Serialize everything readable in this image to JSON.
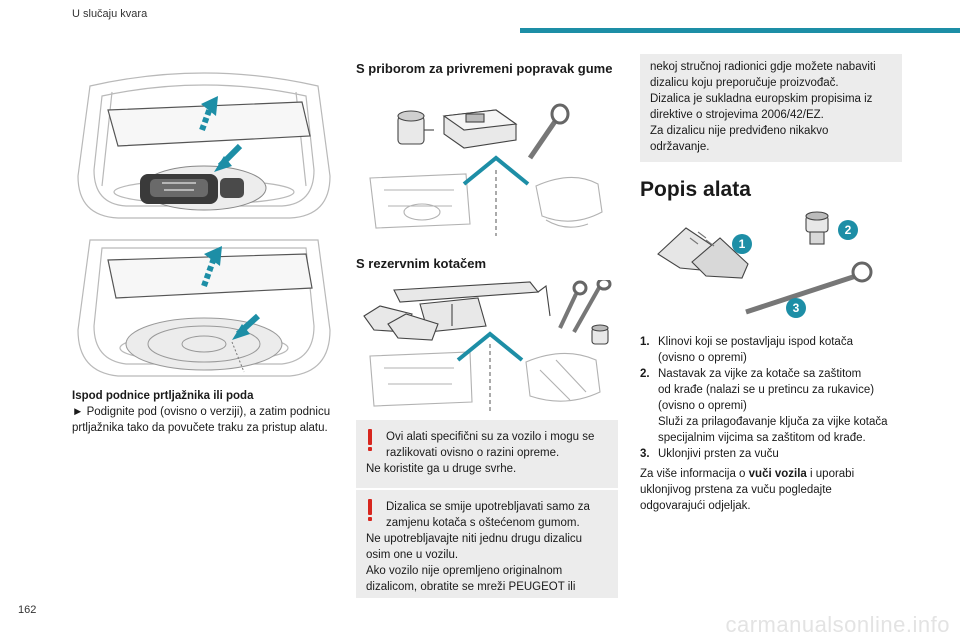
{
  "header": {
    "section_title": "U slučaju kvara",
    "accent_color": "#1d8ea6"
  },
  "page_number": "162",
  "left_column": {
    "caption_title": "Ispod podnice prtljažnika ili poda",
    "caption_arrow": "►",
    "caption_text": "Podignite pod (ovisno o verziji), a zatim podnicu prtljažnika tako da povučete traku za pristup alatu."
  },
  "middle_column": {
    "heading_kit": "S priborom za privremeni popravak gume",
    "heading_spare": "S rezervnim kotačem",
    "warning_1": {
      "line1": "Ovi alati specifični su za vozilo i mogu se",
      "line2": "razlikovati ovisno o razini opreme.",
      "line3": "Ne koristite ga u druge svrhe."
    },
    "warning_2": {
      "line1": "Dizalica se smije upotrebljavati samo za",
      "line2": "zamjenu kotača s oštećenom gumom.",
      "line3": "Ne upotrebljavajte niti jednu drugu dizalicu",
      "line4": "osim one u vozilu.",
      "line5": "Ako vozilo nije opremljeno originalnom",
      "line6": "dizalicom, obratite se mreži PEUGEOT ili"
    },
    "warning_color": "#d7261e"
  },
  "right_column": {
    "note_box": {
      "line1": "nekoj stručnoj radionici gdje možete nabaviti",
      "line2": "dizalicu koju preporučuje proizvođač.",
      "line3": "Dizalica je sukladna europskim propisima iz",
      "line4": "direktive o strojevima 2006/42/EZ.",
      "line5": "Za dizalicu nije predviđeno nikakvo",
      "line6": "održavanje."
    },
    "heading": "Popis alata",
    "callouts": [
      "1",
      "2",
      "3"
    ],
    "items": [
      {
        "num": "1.",
        "line1": "Klinovi koji se postavljaju ispod kotača",
        "line2": "(ovisno o opremi)"
      },
      {
        "num": "2.",
        "line1": "Nastavak za vijke za kotače sa zaštitom",
        "line2": "od krađe (nalazi se u pretincu za rukavice)",
        "line3": "(ovisno o opremi)",
        "line4": "Služi za prilagođavanje ključa za vijke kotača",
        "line5": "specijalnim vijcima sa zaštitom od krađe."
      },
      {
        "num": "3.",
        "line1": "Uklonjivi prsten za vuču"
      }
    ],
    "footer_pre": "Za više informacija o ",
    "footer_bold": "vuči vozila",
    "footer_post1": " i uporabi",
    "footer_line2": "uklonjivog prstena za vuču pogledajte",
    "footer_line3": "odgovarajući odjeljak."
  },
  "watermark": "carmanualsonline.info"
}
